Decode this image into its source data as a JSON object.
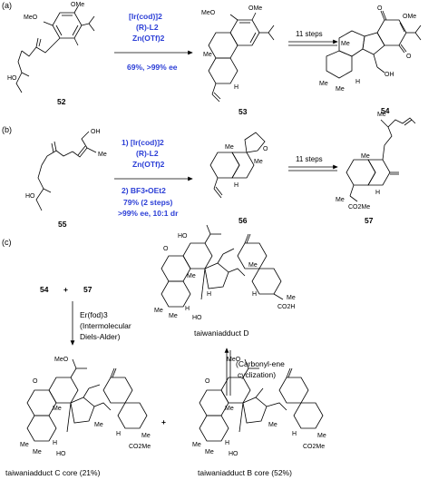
{
  "sections": {
    "a": "(a)",
    "b": "(b)",
    "c": "(c)"
  },
  "colors": {
    "conditions": "#2b3ed6",
    "ink": "#000000"
  },
  "a": {
    "cond1": "[Ir(cod)]2",
    "cond2": "(R)-L2",
    "cond3": "Zn(OTf)2",
    "cond4": "69%, >99% ee",
    "steps": "11 steps",
    "c52": "52",
    "c53": "53",
    "c54": "54",
    "labels": {
      "meo1": "MeO",
      "ome1": "OMe",
      "ho": "HO",
      "meo2": "MeO",
      "ome2": "OMe",
      "me1": "Me",
      "h1": "H",
      "ome3": "OMe",
      "o1": "O",
      "o2": "O",
      "me2": "Me",
      "me3": "Me",
      "me4": "Me",
      "h2": "H",
      "oh": "OH"
    }
  },
  "b": {
    "cond1": "1) [Ir(cod)]2",
    "cond2": "(R)-L2",
    "cond3": "Zn(OTf)2",
    "cond4": "2) BF3•OEt2",
    "cond5": "79% (2 steps)",
    "cond6": ">99% ee, 10:1 dr",
    "steps": "11 steps",
    "c55": "55",
    "c56": "56",
    "c57": "57",
    "labels": {
      "oh": "OH",
      "me1": "Me",
      "ho": "HO",
      "o": "O",
      "me2": "Me",
      "me3": "Me",
      "h1": "H",
      "me4": "Me",
      "me5": "Me",
      "h2": "H",
      "me6": "Me",
      "co2me": "CO2Me"
    }
  },
  "c": {
    "left1": "54",
    "plus1": "+",
    "left2": "57",
    "reag1": "Er(fod)3",
    "reag2": "(Intermolecular",
    "reag3": "Diels-Alder)",
    "plus2": "+",
    "reag4": "(Carbonyl-ene",
    "reag5": "cyclization)",
    "nameD": "taiwaniadduct D",
    "nameC": "taiwaniadduct C core (21%)",
    "nameB": "taiwaniadduct B core (52%)",
    "labelsD": {
      "ho": "HO",
      "o": "O",
      "me1": "Me",
      "me2": "Me",
      "me3": "Me",
      "h1": "H",
      "h2": "H",
      "ho2": "HO",
      "me4": "Me",
      "me5": "Me",
      "h3": "H",
      "co2h": "CO2H"
    },
    "labelsC": {
      "meo": "MeO",
      "o": "O",
      "me1": "Me",
      "me2": "Me",
      "me3": "Me",
      "h1": "H",
      "ho": "HO",
      "me4": "Me",
      "me5": "Me",
      "h2": "H",
      "co2me": "CO2Me"
    },
    "labelsB": {
      "meo": "MeO",
      "o": "O",
      "me1": "Me",
      "me2": "Me",
      "me3": "Me",
      "h1": "H",
      "ho": "HO",
      "me4": "Me",
      "me5": "Me",
      "h2": "H",
      "co2me": "CO2Me"
    }
  }
}
